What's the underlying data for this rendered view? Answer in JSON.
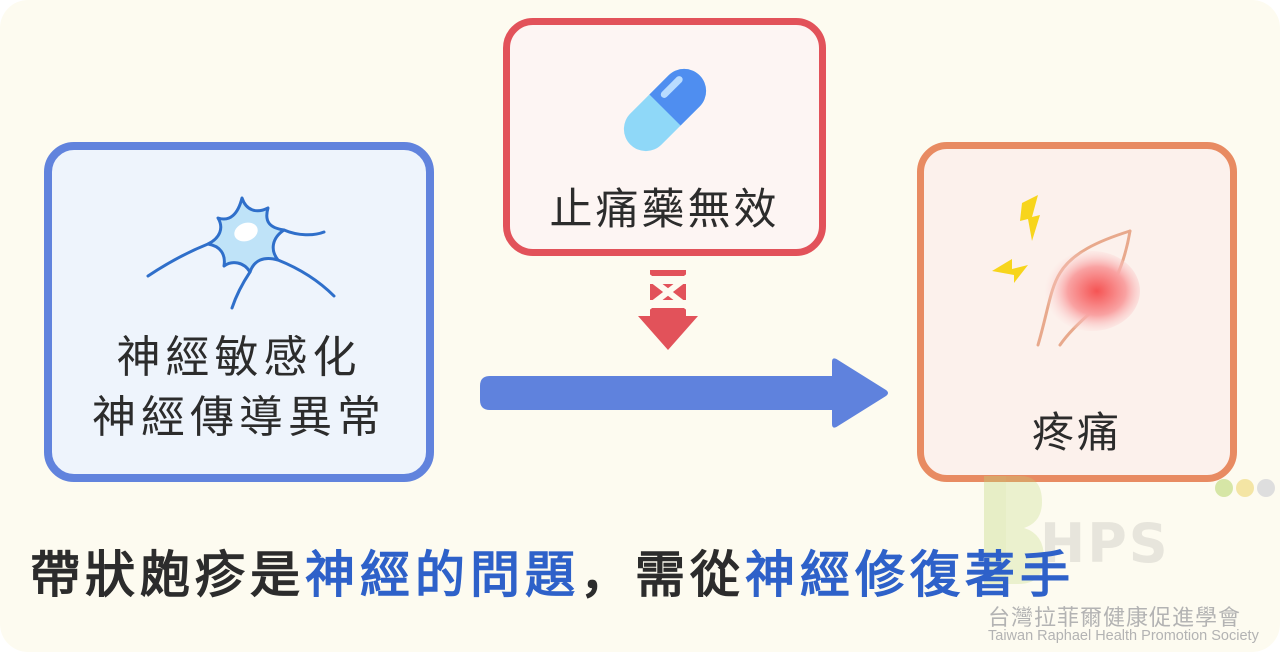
{
  "boxes": {
    "nerve": {
      "lines": [
        "神經敏感化",
        "神經傳導異常"
      ],
      "border_color": "#6183dd",
      "icon": "neuron-icon"
    },
    "painkiller": {
      "label": "止痛藥無效",
      "border_color": "#e2525a",
      "icon": "capsule-icon"
    },
    "pain": {
      "label": "疼痛",
      "border_color": "#e88b62",
      "icon": "sore-muscle-icon"
    }
  },
  "arrows": {
    "main_color": "#5f82dd",
    "blocked_color": "#e2525a"
  },
  "conclusion": {
    "part1": "帶狀皰疹是",
    "highlight1": "神經的問題",
    "part2": "，需從",
    "highlight2": "神經修復著手",
    "highlight_color": "#2e61c9"
  },
  "organization": {
    "abbr": "HPS",
    "name_zh": "台灣拉菲爾健康促進學會",
    "name_en": "Taiwan Raphael Health Promotion Society"
  }
}
